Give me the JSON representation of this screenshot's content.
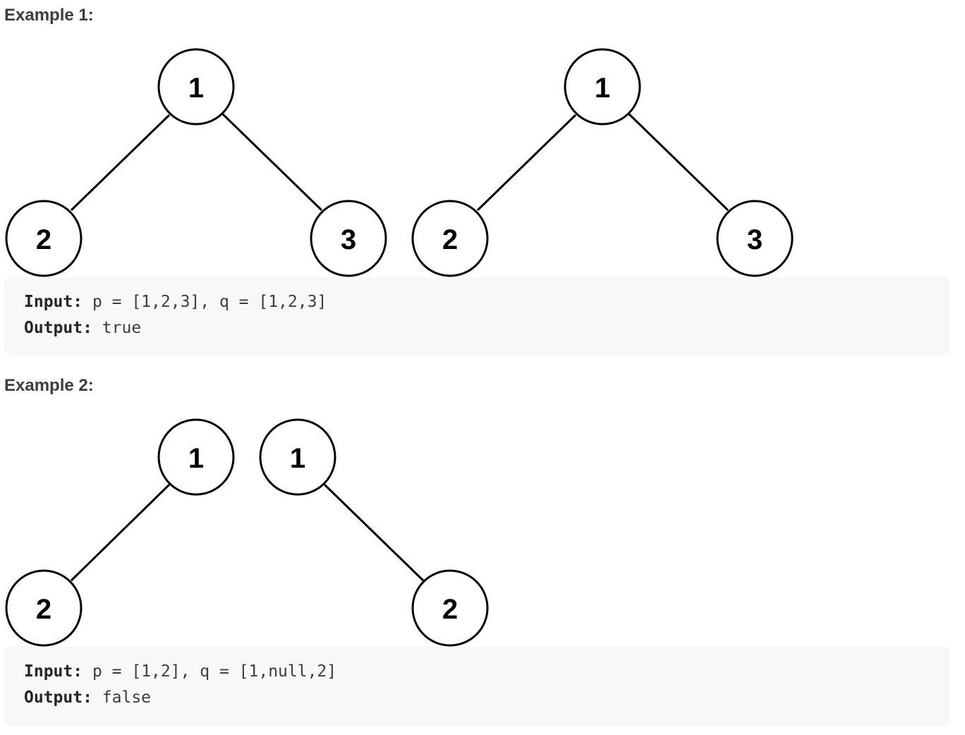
{
  "examples": [
    {
      "heading": "Example 1:",
      "tree_p": {
        "root": "1",
        "left": "2",
        "right": "3"
      },
      "tree_q": {
        "root": "1",
        "left": "2",
        "right": "3"
      },
      "input_label": "Input:",
      "input_value": " p = [1,2,3], q = [1,2,3]",
      "output_label": "Output:",
      "output_value": " true"
    },
    {
      "heading": "Example 2:",
      "tree_p": {
        "root": "1",
        "left": "2"
      },
      "tree_q": {
        "root": "1",
        "right": "2"
      },
      "input_label": "Input:",
      "input_value": " p = [1,2], q = [1,null,2]",
      "output_label": "Output:",
      "output_value": " false"
    }
  ]
}
